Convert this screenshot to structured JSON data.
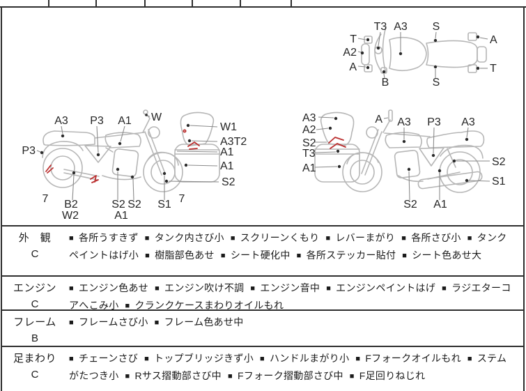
{
  "doc": {
    "type": "motorcycle-condition-inspection-sheet"
  },
  "colors": {
    "border": "#2e2e2e",
    "diagram_outline": "#b6b6b6",
    "leader_line": "#8a8a8a",
    "label_text": "#242424",
    "damage_mark_red": "#bb2f2f",
    "body_text": "#1a1a1a"
  },
  "diagrams": {
    "top": {
      "t3": "T3",
      "a3": "A3",
      "s_top": "S",
      "t_left": "T",
      "a2": "A2",
      "a_left": "A",
      "a_right": "A",
      "t_right": "T",
      "b": "B",
      "s_bottom": "S"
    },
    "left": {
      "a3_seat": "A3",
      "p3_mid": "P3",
      "a1_tank": "A1",
      "w": "W",
      "p3_fender": "P3",
      "w1": "W1",
      "a3t2": "A3T2",
      "a1_screen": "A1",
      "a1_cowl": "A1",
      "s2_cowl": "S2",
      "seven_l": "7",
      "b2": "B2",
      "w2": "W2",
      "s2_a": "S2",
      "s2_b": "S2",
      "a1_engine": "A1",
      "s1": "S1",
      "seven_r": "7"
    },
    "right": {
      "a3_screen": "A3",
      "a2_screen": "A2",
      "s2_screen": "S2",
      "t3_screen": "T3",
      "a1_cowl": "A1",
      "a_mirror": "A",
      "a3_tank": "A3",
      "p3": "P3",
      "a3_tail": "A3",
      "s2_shock": "S2",
      "s1": "S1",
      "s2_engine": "S2",
      "a1_frame": "A1"
    }
  },
  "sections": [
    {
      "name": "外　観",
      "grade": "C",
      "items": [
        "各所うすきず",
        "タンク内さび小",
        "スクリーンくもり",
        "レバーまがり",
        "各所さび小",
        "タンクペイントはげ小",
        "樹脂部色あせ",
        "シート硬化中",
        "各所ステッカー貼付",
        "シート色あせ大"
      ]
    },
    {
      "name": "エンジン",
      "grade": "C",
      "items": [
        "エンジン色あせ",
        "エンジン吹け不調",
        "エンジン音中",
        "エンジンペイントはげ",
        "ラジエターコアへこみ小",
        "クランクケースまわりオイルもれ"
      ]
    },
    {
      "name": "フレーム",
      "grade": "B",
      "items": [
        "フレームさび小",
        "フレーム色あせ中"
      ]
    },
    {
      "name": "足まわり",
      "grade": "C",
      "items": [
        "チェーンさび",
        "トップブリッジきず小",
        "ハンドルまがり小",
        "Fフォークオイルもれ",
        "ステムがたつき小",
        "Rサス摺動部さび中",
        "Fフォーク摺動部さび中",
        "F足回りねじれ"
      ]
    }
  ]
}
